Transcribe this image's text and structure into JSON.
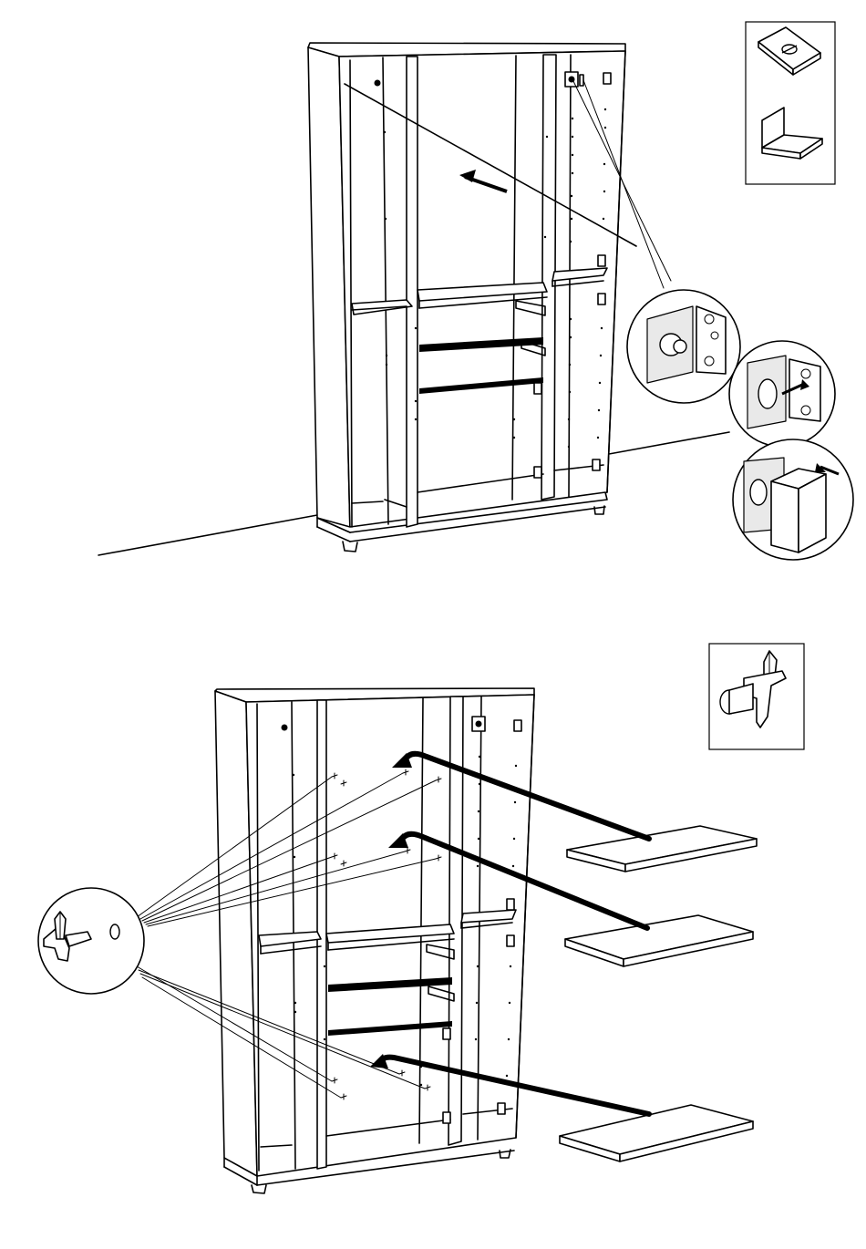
{
  "diagram": {
    "colors": {
      "line": "#000000",
      "background": "#ffffff",
      "shade": "#e9e9e9"
    },
    "steps": [
      {
        "hardware": [
          "cam-lock-plate-icon",
          "corner-bracket-icon"
        ],
        "detail_views": 3
      },
      {
        "hardware": [
          "shelf-support-pin-icon"
        ],
        "shelves_inserted": 3,
        "pins_per_shelf": 4
      }
    ]
  }
}
